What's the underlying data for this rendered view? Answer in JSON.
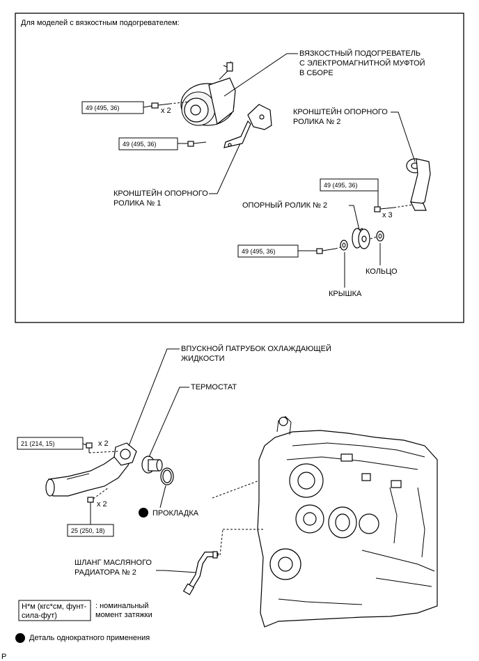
{
  "viscous_box": {
    "title": "Для моделей с вязкостным подогревателем:"
  },
  "labels": {
    "viscous_heater": [
      "ВЯЗКОСТНЫЙ ПОДОГРЕВАТЕЛЬ",
      "С ЭЛЕКТРОМАГНИТНОЙ МУФТОЙ",
      "В СБОРЕ"
    ],
    "idler_bracket_2": [
      "КРОНШТЕЙН ОПОРНОГО",
      "РОЛИКА № 2"
    ],
    "idler_bracket_1": [
      "КРОНШТЕЙН ОПОРНОГО",
      "РОЛИКА № 1"
    ],
    "idler_pulley_2": "ОПОРНЫЙ РОЛИК № 2",
    "ring": "КОЛЬЦО",
    "cover": "КРЫШКА",
    "water_inlet": [
      "ВПУСКНОЙ ПАТРУБОК ОХЛАЖДАЮЩЕЙ",
      "ЖИДКОСТИ"
    ],
    "thermostat": "ТЕРМОСТАТ",
    "gasket": "ПРОКЛАДКА",
    "oil_cooler_hose": [
      "ШЛАНГ МАСЛЯНОГО",
      "РАДИАТОРА № 2"
    ]
  },
  "torques": {
    "heater_bolt": "49 (495, 36)",
    "bracket1_bolt": "49 (495, 36)",
    "bracket2_bolt": "49 (495, 36)",
    "pulley_bolt": "49 (495, 36)",
    "inlet_upper": "21 (214, 15)",
    "inlet_lower": "25 (250, 18)"
  },
  "quantities": {
    "heater_bolts": "x 2",
    "bracket2_bolts": "x 3",
    "inlet_upper_bolts": "x 2",
    "inlet_lower_bolts": "x 2"
  },
  "legend": {
    "unit": [
      "Н*м (кгс*см, фунт-",
      "сила-фут)"
    ],
    "unit_desc": [
      ": номинальный",
      "момент затяжки"
    ],
    "single_use": "Деталь однократного применения"
  },
  "corner_mark": "P",
  "icons": {
    "single_use_marker": "filled-circle-icon"
  }
}
